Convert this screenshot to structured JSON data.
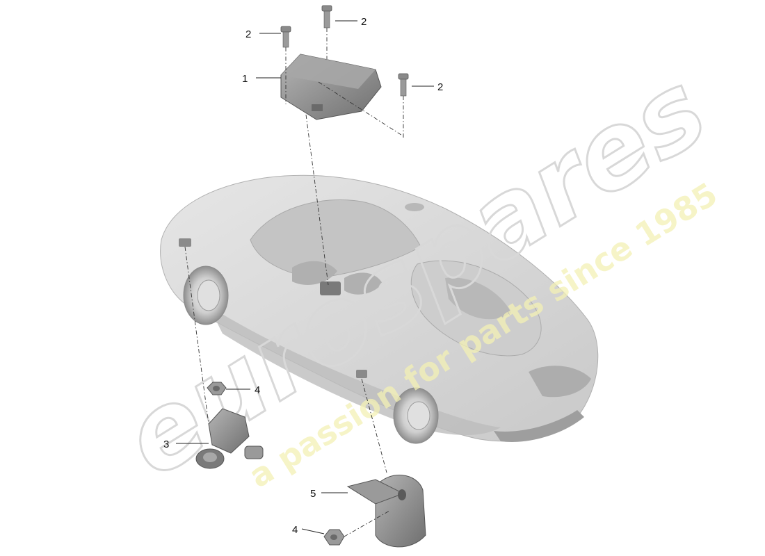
{
  "watermark": {
    "logo_text": "eurospares",
    "slogan_text": "a passion for parts since 1985"
  },
  "callouts": [
    {
      "id": "c1",
      "number": "1"
    },
    {
      "id": "c2a",
      "number": "2"
    },
    {
      "id": "c2b",
      "number": "2"
    },
    {
      "id": "c2c",
      "number": "2"
    },
    {
      "id": "c3",
      "number": "3"
    },
    {
      "id": "c4a",
      "number": "4"
    },
    {
      "id": "c4b",
      "number": "4"
    },
    {
      "id": "c5",
      "number": "5"
    }
  ],
  "colors": {
    "car_body": "#dcdcdc",
    "car_shadow": "#bdbdbd",
    "part_fill": "#8c8c8c",
    "watermark_logo": "#d8d8d8",
    "watermark_slogan": "#f3f0b4"
  }
}
